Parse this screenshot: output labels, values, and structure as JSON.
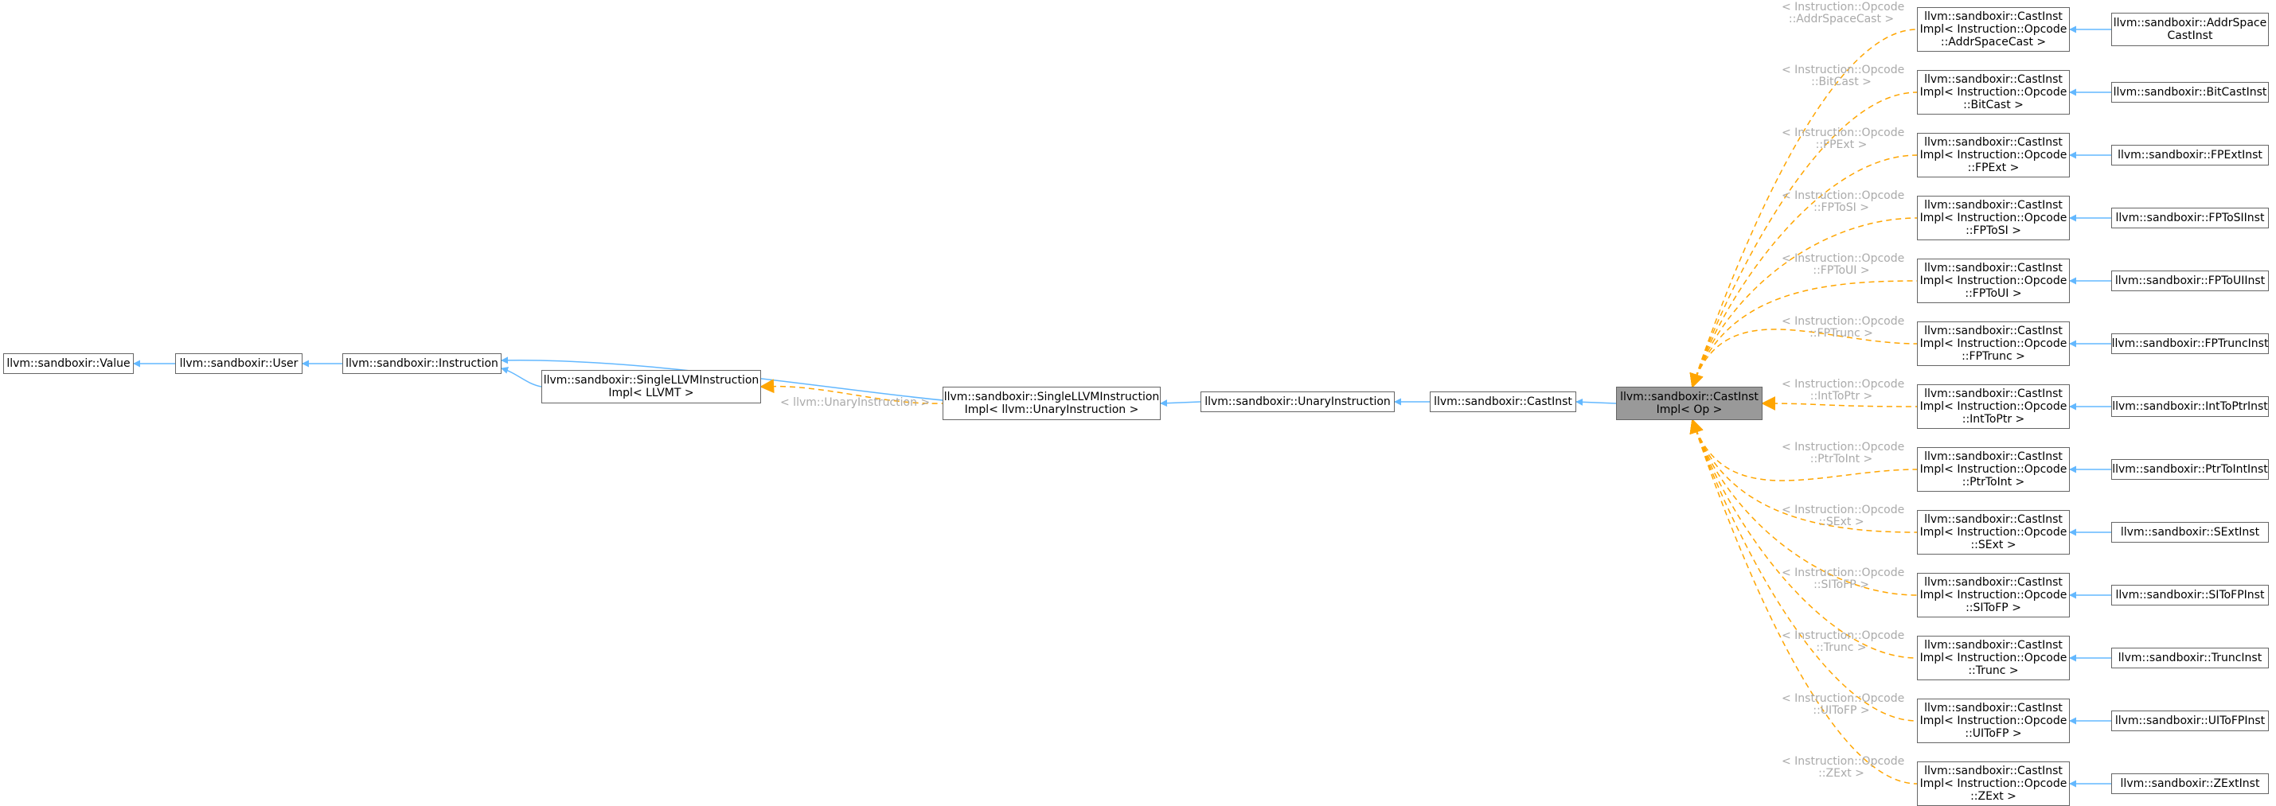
{
  "colors": {
    "inheritance_edge": "#63b8ff",
    "template_edge": "#ffa500",
    "focus_fill": "#999999",
    "node_border": "#666666",
    "label_text": "#aaaaaa"
  },
  "nodes": {
    "value": [
      "llvm::sandboxir::Value"
    ],
    "user": [
      "llvm::sandboxir::User"
    ],
    "instruction": [
      "llvm::sandboxir::Instruction"
    ],
    "single_llvm_impl": [
      "llvm::sandboxir::SingleLLVMInstruction",
      "Impl< LLVMT >"
    ],
    "single_llvm_unary": [
      "llvm::sandboxir::SingleLLVMInstruction",
      "Impl< llvm::UnaryInstruction >"
    ],
    "unary_instruction": [
      "llvm::sandboxir::UnaryInstruction"
    ],
    "cast_inst": [
      "llvm::sandboxir::CastInst"
    ],
    "cast_inst_impl": [
      "llvm::sandboxir::CastInst",
      "Impl< Op >"
    ]
  },
  "template_label_unary": "< llvm::UnaryInstruction >",
  "cast_specializations": [
    {
      "label": [
        "< Instruction::Opcode",
        "::AddrSpaceCast >"
      ],
      "impl": [
        "llvm::sandboxir::CastInst",
        "Impl< Instruction::Opcode",
        "::AddrSpaceCast >"
      ],
      "derived": [
        "llvm::sandboxir::AddrSpace",
        "CastInst"
      ]
    },
    {
      "label": [
        "< Instruction::Opcode",
        "::BitCast >"
      ],
      "impl": [
        "llvm::sandboxir::CastInst",
        "Impl< Instruction::Opcode",
        "::BitCast >"
      ],
      "derived": [
        "llvm::sandboxir::BitCastInst"
      ]
    },
    {
      "label": [
        "< Instruction::Opcode",
        "::FPExt >"
      ],
      "impl": [
        "llvm::sandboxir::CastInst",
        "Impl< Instruction::Opcode",
        "::FPExt >"
      ],
      "derived": [
        "llvm::sandboxir::FPExtInst"
      ]
    },
    {
      "label": [
        "< Instruction::Opcode",
        "::FPToSI >"
      ],
      "impl": [
        "llvm::sandboxir::CastInst",
        "Impl< Instruction::Opcode",
        "::FPToSI >"
      ],
      "derived": [
        "llvm::sandboxir::FPToSIInst"
      ]
    },
    {
      "label": [
        "< Instruction::Opcode",
        "::FPToUI >"
      ],
      "impl": [
        "llvm::sandboxir::CastInst",
        "Impl< Instruction::Opcode",
        "::FPToUI >"
      ],
      "derived": [
        "llvm::sandboxir::FPToUIInst"
      ]
    },
    {
      "label": [
        "< Instruction::Opcode",
        "::FPTrunc >"
      ],
      "impl": [
        "llvm::sandboxir::CastInst",
        "Impl< Instruction::Opcode",
        "::FPTrunc >"
      ],
      "derived": [
        "llvm::sandboxir::FPTruncInst"
      ]
    },
    {
      "label": [
        "< Instruction::Opcode",
        "::IntToPtr >"
      ],
      "impl": [
        "llvm::sandboxir::CastInst",
        "Impl< Instruction::Opcode",
        "::IntToPtr >"
      ],
      "derived": [
        "llvm::sandboxir::IntToPtrInst"
      ]
    },
    {
      "label": [
        "< Instruction::Opcode",
        "::PtrToInt >"
      ],
      "impl": [
        "llvm::sandboxir::CastInst",
        "Impl< Instruction::Opcode",
        "::PtrToInt >"
      ],
      "derived": [
        "llvm::sandboxir::PtrToIntInst"
      ]
    },
    {
      "label": [
        "< Instruction::Opcode",
        "::SExt >"
      ],
      "impl": [
        "llvm::sandboxir::CastInst",
        "Impl< Instruction::Opcode",
        "::SExt >"
      ],
      "derived": [
        "llvm::sandboxir::SExtInst"
      ]
    },
    {
      "label": [
        "< Instruction::Opcode",
        "::SIToFP >"
      ],
      "impl": [
        "llvm::sandboxir::CastInst",
        "Impl< Instruction::Opcode",
        "::SIToFP >"
      ],
      "derived": [
        "llvm::sandboxir::SIToFPInst"
      ]
    },
    {
      "label": [
        "< Instruction::Opcode",
        "::Trunc >"
      ],
      "impl": [
        "llvm::sandboxir::CastInst",
        "Impl< Instruction::Opcode",
        "::Trunc >"
      ],
      "derived": [
        "llvm::sandboxir::TruncInst"
      ]
    },
    {
      "label": [
        "< Instruction::Opcode",
        "::UIToFP >"
      ],
      "impl": [
        "llvm::sandboxir::CastInst",
        "Impl< Instruction::Opcode",
        "::UIToFP >"
      ],
      "derived": [
        "llvm::sandboxir::UIToFPInst"
      ]
    },
    {
      "label": [
        "< Instruction::Opcode",
        "::ZExt >"
      ],
      "impl": [
        "llvm::sandboxir::CastInst",
        "Impl< Instruction::Opcode",
        "::ZExt >"
      ],
      "derived": [
        "llvm::sandboxir::ZExtInst"
      ]
    }
  ]
}
